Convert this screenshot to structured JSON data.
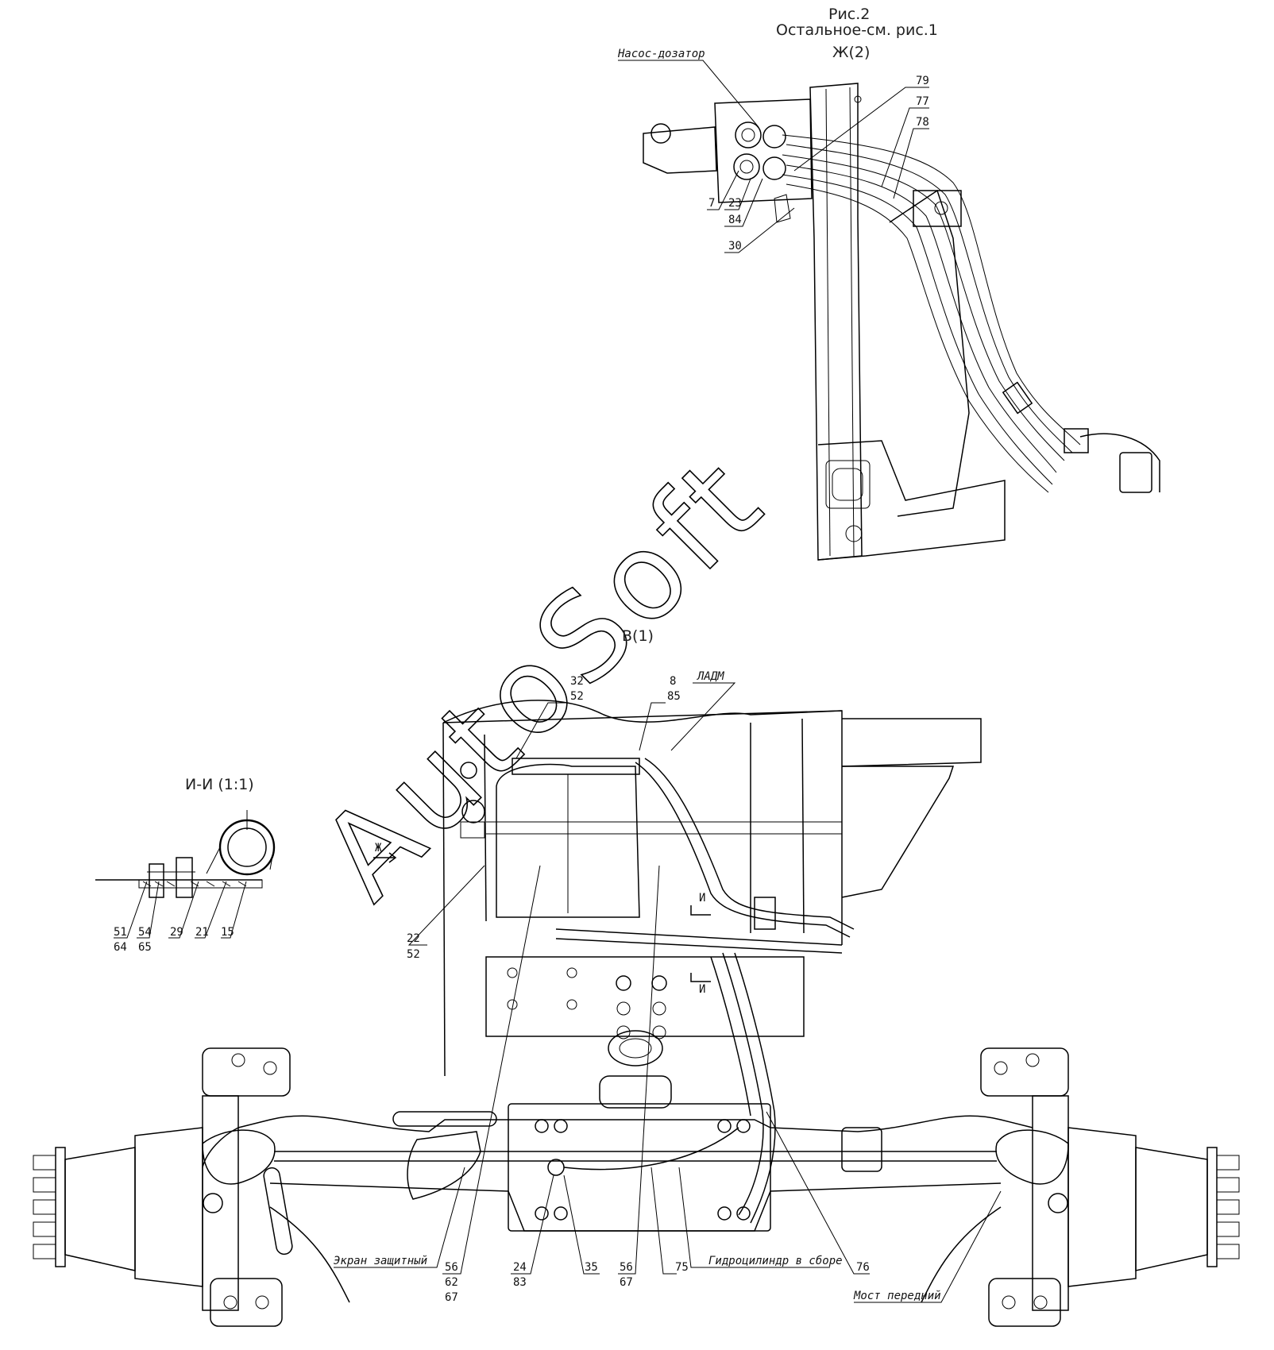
{
  "titles": {
    "figure": "Рис.2",
    "subtitle": "Остальное-см. рис.1",
    "view_zh": "Ж(2)",
    "view_v": "В(1)",
    "section_ii": "И-И (1:1)"
  },
  "labels": {
    "nasos": "Насос-дозатор",
    "n79": "79",
    "n77": "77",
    "n78": "78",
    "n7": "7",
    "n23": "23",
    "n84": "84",
    "n30": "30",
    "n32": "32",
    "n52a": "52",
    "n8": "8",
    "n85": "85",
    "ladm": "ЛАДМ",
    "n22": "22",
    "n52b": "52",
    "n51": "51",
    "n64": "64",
    "n54": "54",
    "n65": "65",
    "n29": "29",
    "n21": "21",
    "n15": "15",
    "ekran": "Экран защитный",
    "n56a": "56",
    "n62": "62",
    "n67a": "67",
    "n24": "24",
    "n83": "83",
    "n35": "35",
    "n56b": "56",
    "n67b": "67",
    "n75": "75",
    "gidro": "Гидроцилиндр в сборе",
    "n76": "76",
    "most": "Мост передний",
    "sec_i1": "И",
    "sec_i2": "И",
    "arrow_zh": "Ж"
  },
  "watermark": "AutoSoft"
}
